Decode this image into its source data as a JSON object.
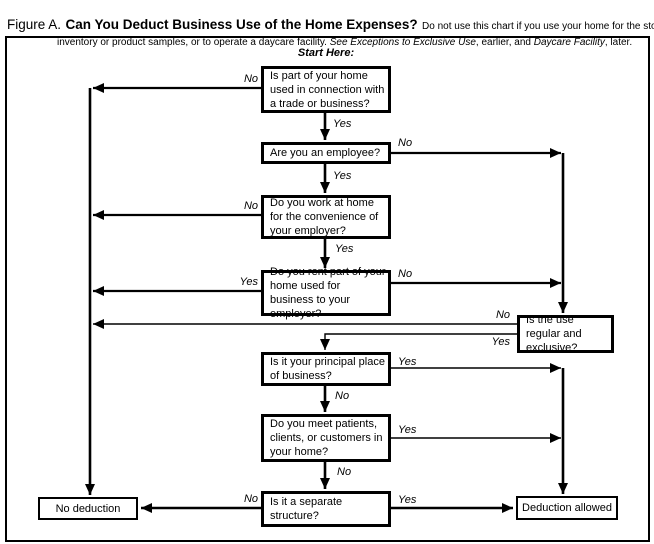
{
  "title": {
    "figure_label": "Figure A.",
    "heading": "Can You Deduct Business Use of the Home Expenses?",
    "note_plain1": "Do not use this chart if you use your home for the storage of inventory or product samples, or to operate a daycare facility. ",
    "note_ref1": "See Exceptions to Exclusive Use",
    "note_plain2": ", earlier, and ",
    "note_ref2": "Daycare Facility",
    "note_plain3": ", later."
  },
  "chart": {
    "start_here": "Start Here:",
    "labels": {
      "yes": "Yes",
      "no": "No"
    },
    "nodes": {
      "q1": "Is part of your home used in connection with a trade or business?",
      "q2": "Are you an employee?",
      "q3": "Do you work at home for the convenience of your employer?",
      "q4": "Do you rent part of your home used for business to your employer?",
      "q5": "Is the use regular and exclusive?",
      "q6": "Is it your principal place of business?",
      "q7": "Do you meet patients, clients, or customers in your home?",
      "q8": "Is it a separate structure?",
      "no_deduction": "No deduction",
      "deduction_allowed": "Deduction allowed"
    },
    "colors": {
      "ink": "#000000",
      "background": "#ffffff"
    }
  }
}
